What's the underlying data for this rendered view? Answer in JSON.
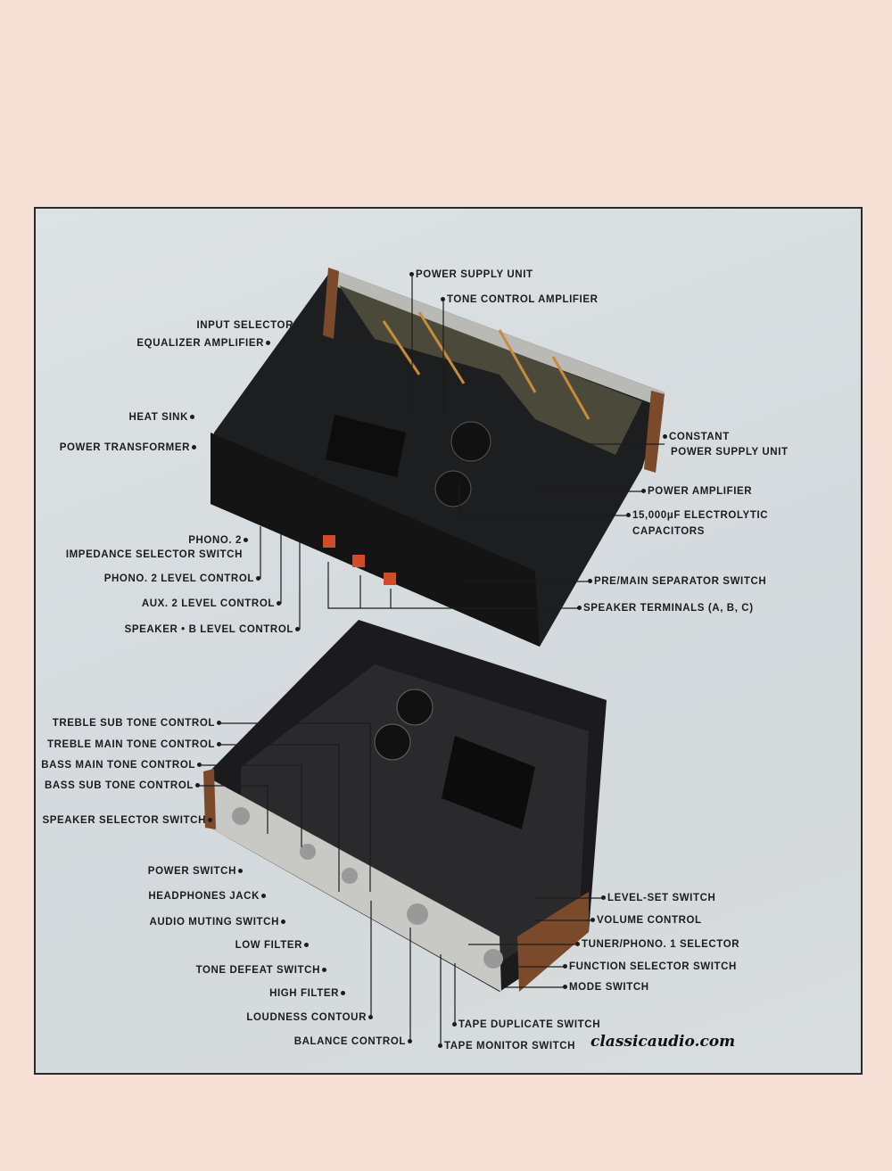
{
  "labels_top": {
    "input_selector": "INPUT SELECTOR",
    "equalizer_amplifier": "EQUALIZER AMPLIFIER",
    "heat_sink": "HEAT SINK",
    "power_transformer": "POWER TRANSFORMER",
    "phono2": "PHONO. 2",
    "impedance_selector": "IMPEDANCE SELECTOR SWITCH",
    "phono2_level": "PHONO. 2 LEVEL CONTROL",
    "aux2_level": "AUX. 2 LEVEL CONTROL",
    "speaker_b_level": "SPEAKER • B LEVEL CONTROL",
    "power_supply_unit": "POWER SUPPLY UNIT",
    "tone_control_amplifier": "TONE CONTROL AMPLIFIER",
    "constant": "CONSTANT",
    "constant_psu": "POWER SUPPLY UNIT",
    "power_amplifier": "POWER AMPLIFIER",
    "capacitors_1": "15,000μF  ELECTROLYTIC",
    "capacitors_2": "CAPACITORS",
    "pre_main": "PRE/MAIN SEPARATOR SWITCH",
    "speaker_terminals": "SPEAKER TERMINALS (A, B, C)"
  },
  "labels_bottom": {
    "treble_sub": "TREBLE SUB TONE CONTROL",
    "treble_main": "TREBLE MAIN TONE CONTROL",
    "bass_main": "BASS MAIN TONE CONTROL",
    "bass_sub": "BASS SUB TONE CONTROL",
    "speaker_selector": "SPEAKER SELECTOR SWITCH",
    "power_switch": "POWER SWITCH",
    "headphones": "HEADPHONES JACK",
    "audio_muting": "AUDIO MUTING SWITCH",
    "low_filter": "LOW FILTER",
    "tone_defeat": "TONE DEFEAT SWITCH",
    "high_filter": "HIGH FILTER",
    "loudness": "LOUDNESS CONTOUR",
    "balance": "BALANCE CONTROL",
    "level_set": "LEVEL-SET SWITCH",
    "volume": "VOLUME CONTROL",
    "tuner_phono1": "TUNER/PHONO. 1 SELECTOR",
    "function_selector": "FUNCTION SELECTOR SWITCH",
    "mode_switch": "MODE SWITCH",
    "tape_duplicate": "TAPE DUPLICATE SWITCH",
    "tape_monitor": "TAPE MONITOR SWITCH"
  },
  "watermark": "classicaudio.com"
}
